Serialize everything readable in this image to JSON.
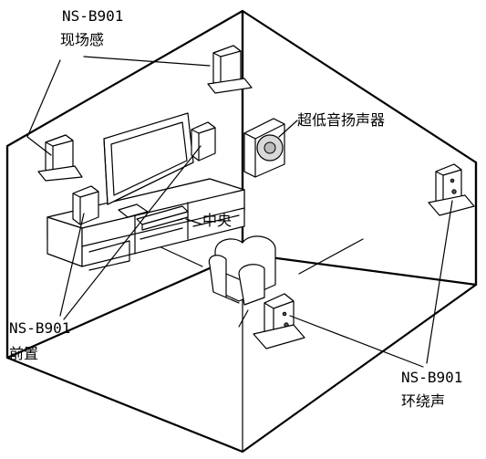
{
  "labels": {
    "presence_model": "NS-B901",
    "presence_name": "现场感",
    "subwoofer_name": "超低音扬声器",
    "center_name": "中央",
    "front_model": "NS-B901",
    "front_name": "前置",
    "surround_model": "NS-B901",
    "surround_name": "环绕声"
  }
}
